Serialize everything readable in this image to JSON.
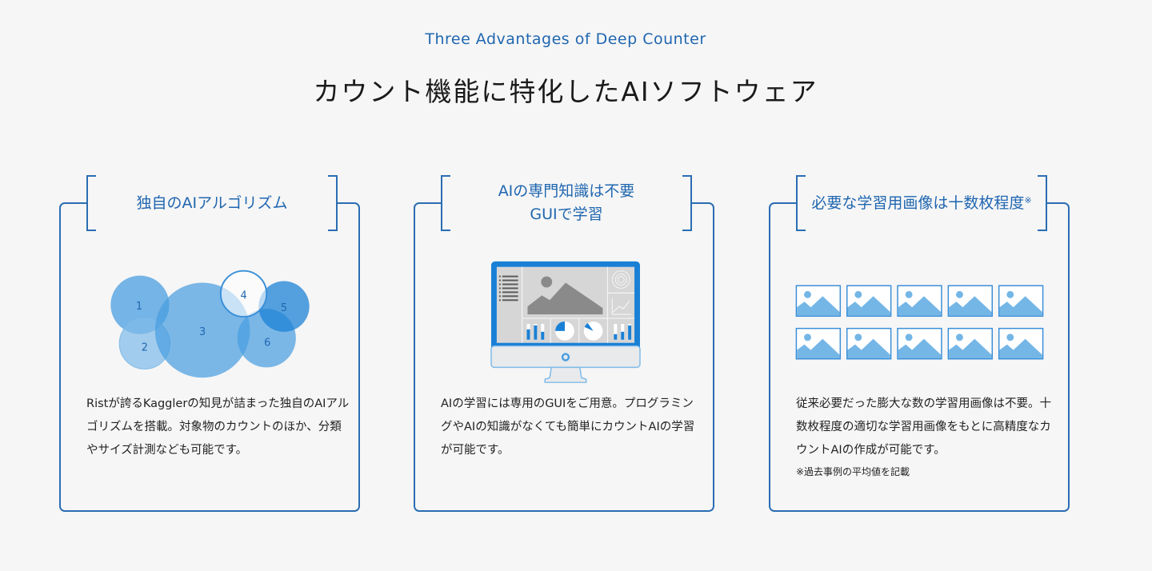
{
  "header": {
    "eyebrow": "Three Advantages of Deep Counter",
    "title": "カウント機能に特化したAIソフトウェア"
  },
  "colors": {
    "accent": "#1f66b0",
    "border": "#2a6db3",
    "illustration_blue": "#4a9ee0",
    "background": "#f6f6f6"
  },
  "cards": [
    {
      "heading": "独自のAIアルゴリズム",
      "illustration": "overlapping-circles",
      "circle_labels": [
        "1",
        "2",
        "3",
        "4",
        "5",
        "6"
      ],
      "description": "Ristが誇るKagglerの知見が詰まった独自のAIアルゴリズムを搭載。対象物のカウントのほか、分類やサイズ計測なども可能です。"
    },
    {
      "heading": "AIの専門知識は不要\nGUIで学習",
      "illustration": "monitor-dashboard",
      "description": "AIの学習には専用のGUIをご用意。プログラミングやAIの知識がなくても簡単にカウントAIの学習が可能です。"
    },
    {
      "heading": "必要な学習用画像は十数枚程度",
      "heading_mark": "※",
      "illustration": "image-grid",
      "image_count": 10,
      "description": "従来必要だった膨大な数の学習用画像は不要。十数枚程度の適切な学習用画像をもとに高精度なカウントAIの作成が可能です。",
      "note": "※過去事例の平均値を記載"
    }
  ]
}
